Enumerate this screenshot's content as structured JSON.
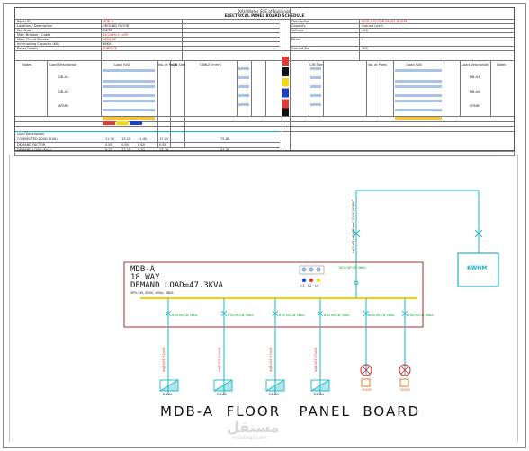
{
  "schedule": {
    "title": "KAU Water SCE of Buildings",
    "subtitle": "ELECTRICAL PANEL BOARD SCHEDULE",
    "left_labels": [
      "Panel ID",
      "Location / Description",
      "Fed From",
      "Main Breaker / Cable",
      "Main Circuit Breaker",
      "Interrupting Capacity (KA)",
      "Panel Details"
    ],
    "left_values": [
      "MDB-A",
      "GROUND FLOOR",
      "SMDB",
      "4x(1x95)+1x95",
      "160A 4P",
      "36KA",
      "SURFACE"
    ],
    "right_labels": [
      "Description",
      "Capacity",
      "Voltage",
      "Phase",
      "Ground Bar"
    ],
    "right_values": [
      "MDB-A FLOOR PANEL BOARD",
      "Ground Level",
      "400",
      "3",
      "YES"
    ],
    "load_header": [
      "Notes",
      "Load Description",
      "Load (VA)",
      "No. of Poles",
      "C/B Size",
      "CABLE (mm²)",
      "C/B Size",
      "No. of Poles",
      "Load (VA)",
      "Load Description",
      "Notes"
    ],
    "circuits_left": [
      "DB-A1",
      "DB-A2",
      "SPARE"
    ],
    "circuits_right": [
      "DB-A3",
      "DB-A4",
      "SPARE"
    ],
    "summary_labels": [
      "Load Description",
      "CONNECTED LOAD (KVA)",
      "DEMAND FACTOR",
      "DEMAND LOAD (KVA)"
    ],
    "summary_values": [
      [
        "11.50",
        "15.20",
        "12.40",
        "17.20"
      ],
      [
        "0.80",
        "0.80",
        "0.80",
        "0.80"
      ],
      [
        "9.20",
        "12.16",
        "9.92",
        "13.76"
      ]
    ],
    "totals": [
      "75.80",
      "47.30"
    ]
  },
  "drawing": {
    "title": "MDB-A  FLOOR   PANEL  BOARD",
    "panel_name": "MDB-A",
    "panel_ways": "18 WAY",
    "panel_demand": "DEMAND LOAD=47.3KVA",
    "panel_spec": "3PH-4W, 400V, 60Hz, 36KA",
    "meter_label": "KWHM",
    "incomer_cable": "4x(1x95)+1x95mm² CU/XLPE/PVC",
    "main_breaker": "160A MCCB 36KA",
    "feeders": [
      {
        "breaker": "63A MCCB 36KA",
        "cable": "4x(1x25)+1x16",
        "target": "DB-A1"
      },
      {
        "breaker": "63A MCCB 36KA",
        "cable": "4x(1x25)+1x16",
        "target": "DB-A2"
      },
      {
        "breaker": "63A MCCB 36KA",
        "cable": "4x(1x25)+1x16",
        "target": "DB-A3"
      },
      {
        "breaker": "63A MCCB 36KA",
        "cable": "4x(1x25)+1x16",
        "target": "DB-A4"
      },
      {
        "breaker": "63A MCCB 36KA",
        "cable": "",
        "target": "SPARE"
      },
      {
        "breaker": "63A MCCB 36KA",
        "cable": "",
        "target": "SPARE"
      }
    ],
    "phases": [
      "L1",
      "L2",
      "L3"
    ],
    "watermark": "مستقل",
    "watermark_sub": "mostaql.com"
  }
}
